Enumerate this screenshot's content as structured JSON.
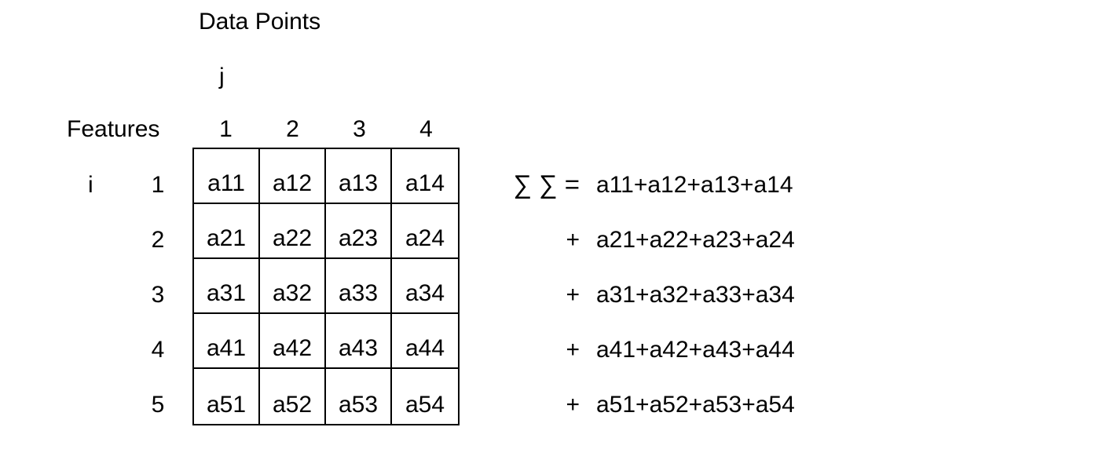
{
  "title": "Data Points",
  "labels": {
    "col_axis": "j",
    "row_axis": "i",
    "features": "Features"
  },
  "matrix": {
    "col_headers": [
      "1",
      "2",
      "3",
      "4"
    ],
    "row_headers": [
      "1",
      "2",
      "3",
      "4",
      "5"
    ],
    "cells": [
      [
        "a11",
        "a12",
        "a13",
        "a14"
      ],
      [
        "a21",
        "a22",
        "a23",
        "a24"
      ],
      [
        "a31",
        "a32",
        "a33",
        "a34"
      ],
      [
        "a41",
        "a42",
        "a43",
        "a44"
      ],
      [
        "a51",
        "a52",
        "a53",
        "a54"
      ]
    ]
  },
  "summation": {
    "lines": [
      {
        "prefix": "∑ ∑ =",
        "terms": "a11+a12+a13+a14"
      },
      {
        "prefix": "+",
        "terms": "a21+a22+a23+a24"
      },
      {
        "prefix": "+",
        "terms": "a31+a32+a33+a34"
      },
      {
        "prefix": "+",
        "terms": "a41+a42+a43+a44"
      },
      {
        "prefix": "+",
        "terms": "a51+a52+a53+a54"
      }
    ]
  }
}
